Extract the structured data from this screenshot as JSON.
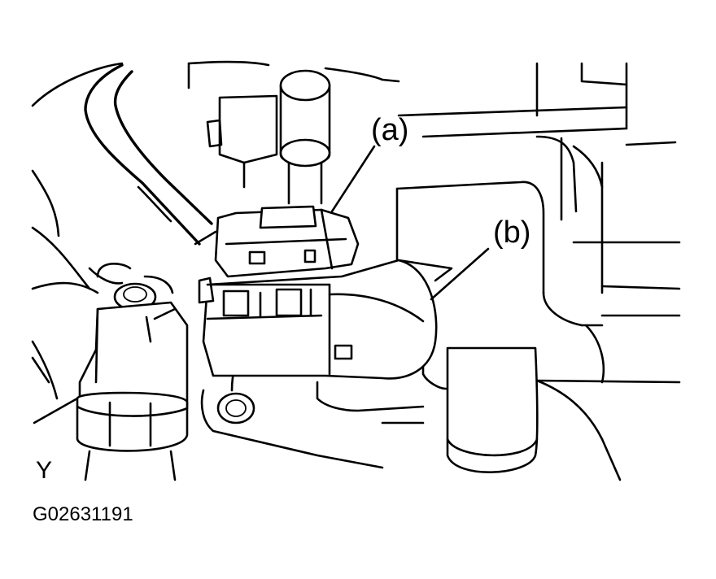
{
  "labels": {
    "callout_a": "(a)",
    "callout_b": "(b)",
    "corner_mark": "Y",
    "figure_code": "G02631191"
  },
  "colors": {
    "line": "#000000",
    "background": "#ffffff"
  }
}
